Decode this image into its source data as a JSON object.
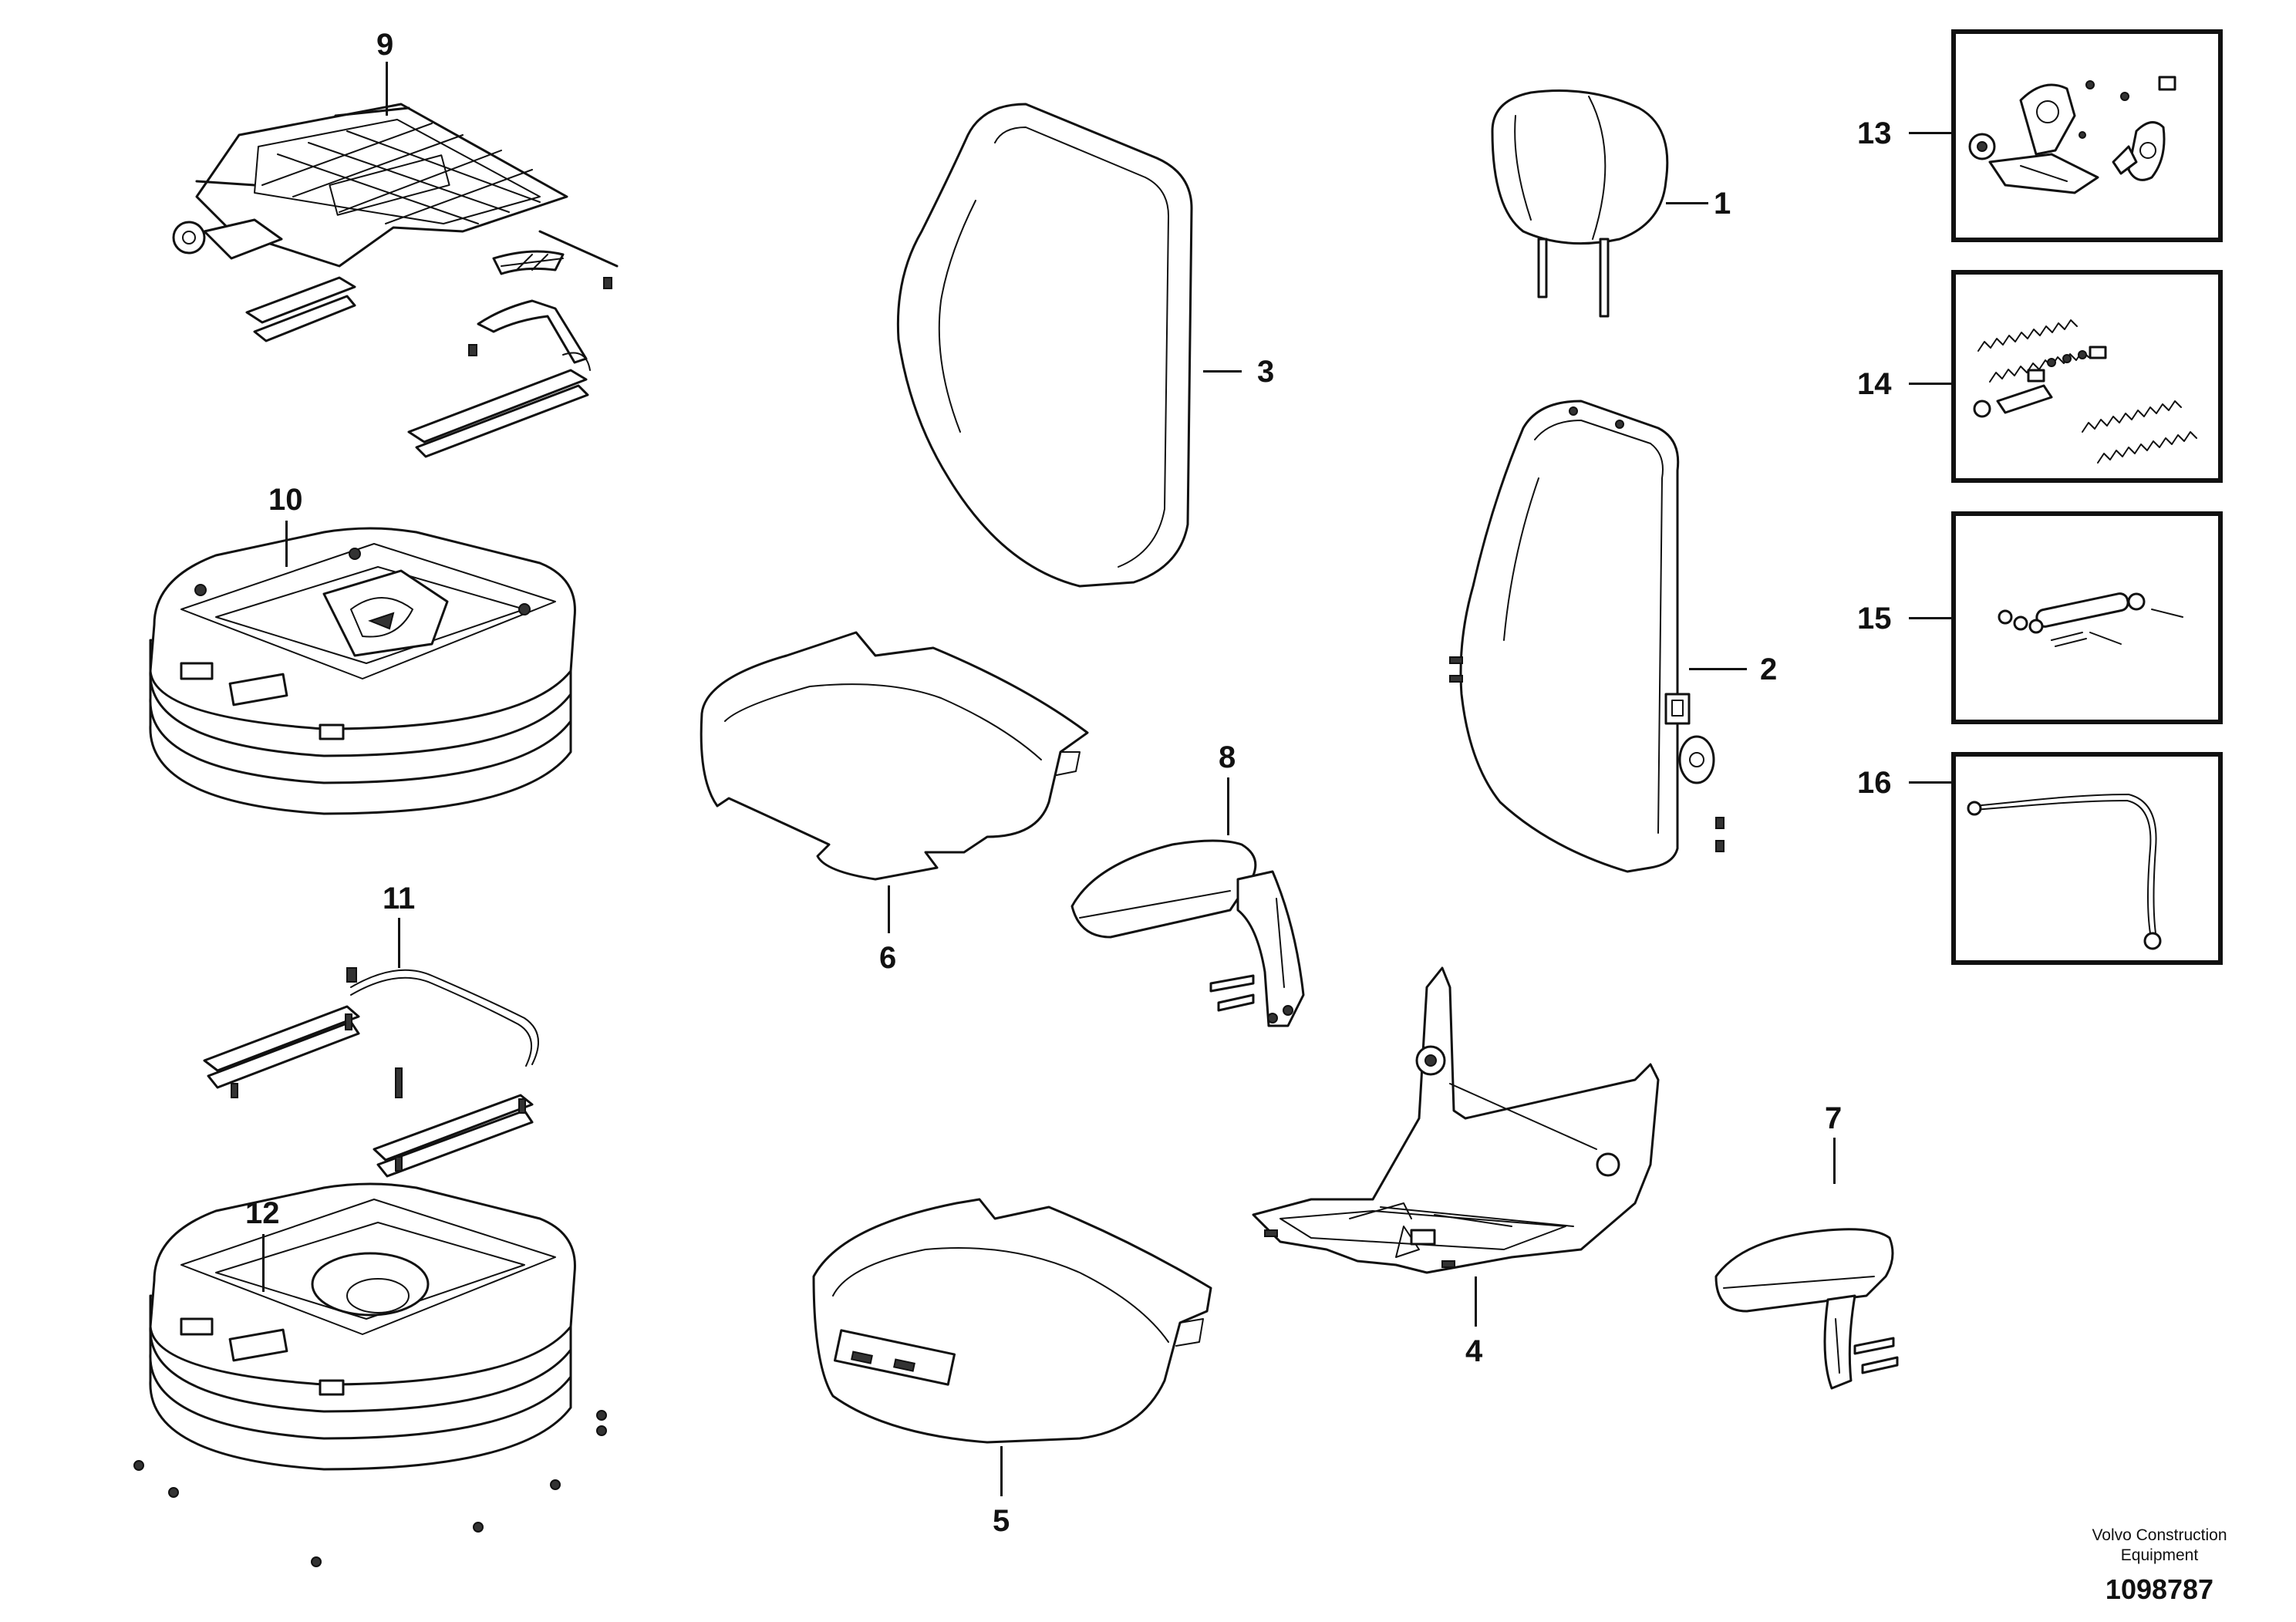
{
  "callouts": {
    "c1": "1",
    "c2": "2",
    "c3": "3",
    "c4": "4",
    "c5": "5",
    "c6": "6",
    "c7": "7",
    "c8": "8",
    "c9": "9",
    "c10": "10",
    "c11": "11",
    "c12": "12",
    "c13": "13",
    "c14": "14",
    "c15": "15",
    "c16": "16"
  },
  "footer": {
    "company_line1": "Volvo Construction",
    "company_line2": "Equipment",
    "drawing_number": "1098787"
  }
}
